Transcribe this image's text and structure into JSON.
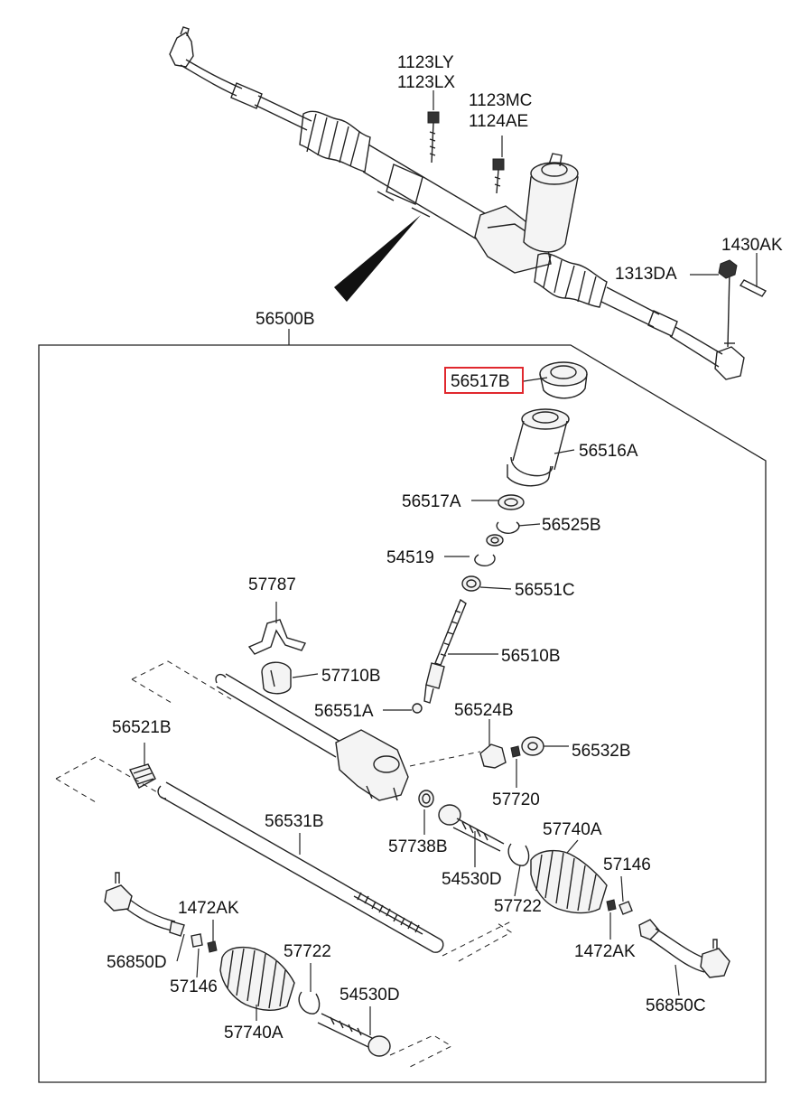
{
  "diagram": {
    "assembly_label": "56500B",
    "highlight_color": "#e0282e",
    "labels": {
      "l_1123LY": "1123LY",
      "l_1123LX": "1123LX",
      "l_1123MC": "1123MC",
      "l_1124AE": "1124AE",
      "l_1430AK": "1430AK",
      "l_1313DA": "1313DA",
      "l_56500B": "56500B",
      "l_56517B": "56517B",
      "l_56516A": "56516A",
      "l_56517A": "56517A",
      "l_56525B": "56525B",
      "l_54519": "54519",
      "l_56551C": "56551C",
      "l_57787": "57787",
      "l_56510B": "56510B",
      "l_57710B": "57710B",
      "l_56551A": "56551A",
      "l_56524B": "56524B",
      "l_56521B": "56521B",
      "l_56532B": "56532B",
      "l_57720": "57720",
      "l_56531B": "56531B",
      "l_57738B": "57738B",
      "l_57740A_r": "57740A",
      "l_54530D_r": "54530D",
      "l_57146_r": "57146",
      "l_57722_r": "57722",
      "l_1472AK_r": "1472AK",
      "l_56850C": "56850C",
      "l_1472AK_l": "1472AK",
      "l_56850D": "56850D",
      "l_57722_l": "57722",
      "l_57146_l": "57146",
      "l_54530D_l": "54530D",
      "l_57740A_l": "57740A"
    }
  }
}
